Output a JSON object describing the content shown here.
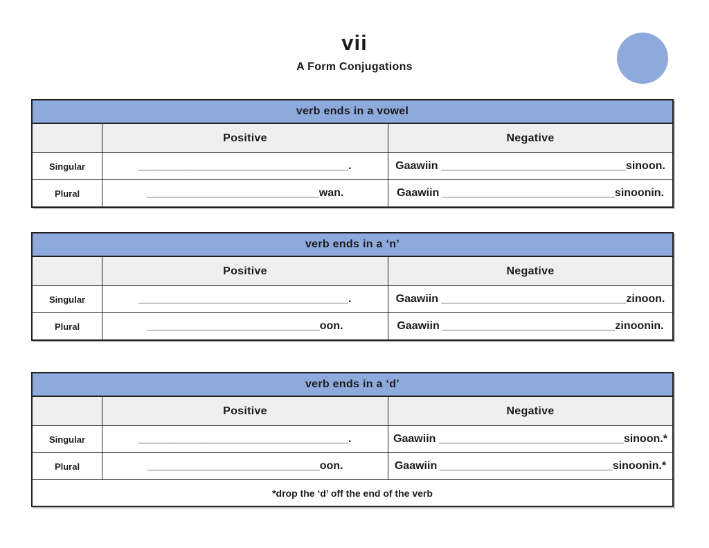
{
  "page": {
    "title": "vii",
    "subtitle": "A Form Conjugations"
  },
  "decor": {
    "circle_color": "#8ea9db",
    "banner_color": "#8ea9db",
    "head_row_color": "#efefef",
    "border_color": "#1f1f1f"
  },
  "tables": [
    {
      "banner": "verb ends in a vowel",
      "columns": {
        "positive": "Positive",
        "negative": "Negative"
      },
      "rows": [
        {
          "label": "Singular",
          "positive": "__________________________________.",
          "negative": "Gaawiin ______________________________sinoon."
        },
        {
          "label": "Plural",
          "positive": "____________________________wan.",
          "negative": "Gaawiin ____________________________sinoonin."
        }
      ]
    },
    {
      "banner": "verb ends in a ‘n’",
      "columns": {
        "positive": "Positive",
        "negative": "Negative"
      },
      "rows": [
        {
          "label": "Singular",
          "positive": "__________________________________.",
          "negative": "Gaawiin ______________________________zinoon."
        },
        {
          "label": "Plural",
          "positive": "____________________________oon.",
          "negative": "Gaawiin ____________________________zinoonin."
        }
      ]
    },
    {
      "banner": "verb ends in a ‘d’",
      "columns": {
        "positive": "Positive",
        "negative": "Negative"
      },
      "rows": [
        {
          "label": "Singular",
          "positive": "__________________________________.",
          "negative": "Gaawiin ______________________________sinoon.*"
        },
        {
          "label": "Plural",
          "positive": "____________________________oon.",
          "negative": "Gaawiin ____________________________sinoonin.*"
        }
      ],
      "footnote": "*drop the ‘d’ off the end of the verb"
    }
  ]
}
